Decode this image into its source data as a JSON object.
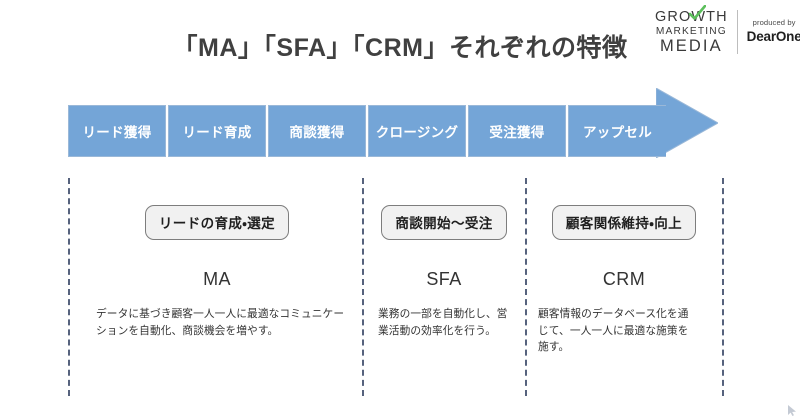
{
  "logo": {
    "brand_line1": "GROWTH",
    "brand_line2": "MARKETING",
    "brand_line3": "MEDIA",
    "produced_by": "produced by",
    "producer": "DearOne",
    "check_color": "#5cbf5c"
  },
  "title": "「MA」「SFA」「CRM」それぞれの特徴",
  "funnel": {
    "fill_color": "#74a5d7",
    "stages": [
      {
        "label": "リード獲得"
      },
      {
        "label": "リード育成"
      },
      {
        "label": "商談獲得"
      },
      {
        "label": "クロージング"
      },
      {
        "label": "受注獲得"
      },
      {
        "label": "アップセル"
      }
    ]
  },
  "sections": [
    {
      "pill": "リードの育成・選定",
      "acronym": "MA",
      "description": "データに基づき顧客一人一人に最適なコミュニケーションを自動化、商談機会を増やす。"
    },
    {
      "pill": "商談開始〜受注",
      "acronym": "SFA",
      "description": "業務の一部を自動化し、営業活動の効率化を行う。"
    },
    {
      "pill": "顧客関係維持・向上",
      "acronym": "CRM",
      "description": "顧客情報のデータベース化を通じて、一人一人に最適な施策を施す。"
    }
  ],
  "divider_color": "#56627d"
}
